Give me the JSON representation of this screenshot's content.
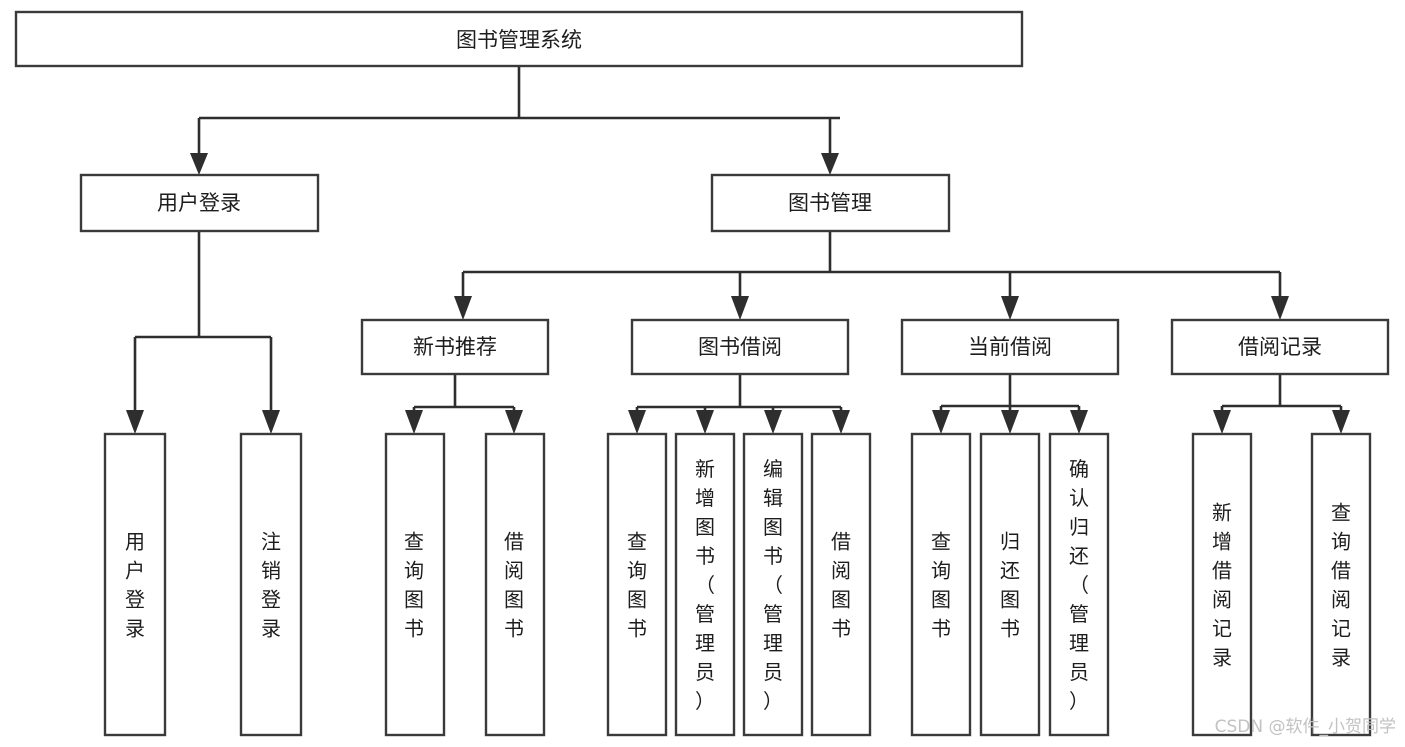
{
  "diagram": {
    "type": "tree",
    "title": "图书管理系统",
    "watermark": "CSDN @软件_小贺同学",
    "colors": {
      "box_stroke": "#3a3a3a",
      "connector": "#2e2e2e",
      "background": "#ffffff",
      "text": "#1d1d1d",
      "watermark": "#c2c2c2"
    },
    "root": {
      "label": "图书管理系统"
    },
    "level2": [
      {
        "label": "用户登录"
      },
      {
        "label": "图书管理"
      }
    ],
    "level3": [
      {
        "label": "新书推荐"
      },
      {
        "label": "图书借阅"
      },
      {
        "label": "当前借阅"
      },
      {
        "label": "借阅记录"
      }
    ],
    "leaves": {
      "user_login": [
        {
          "label": "用户登录"
        },
        {
          "label": "注销登录"
        }
      ],
      "new_book_recommend": [
        {
          "label": "查询图书"
        },
        {
          "label": "借阅图书"
        }
      ],
      "book_borrow": [
        {
          "label": "查询图书"
        },
        {
          "label": "新增图书（管理员）"
        },
        {
          "label": "编辑图书（管理员）"
        },
        {
          "label": "借阅图书"
        }
      ],
      "current_borrow": [
        {
          "label": "查询图书"
        },
        {
          "label": "归还图书"
        },
        {
          "label": "确认归还（管理员）"
        }
      ],
      "borrow_record": [
        {
          "label": "新增借阅记录"
        },
        {
          "label": "查询借阅记录"
        }
      ]
    }
  }
}
